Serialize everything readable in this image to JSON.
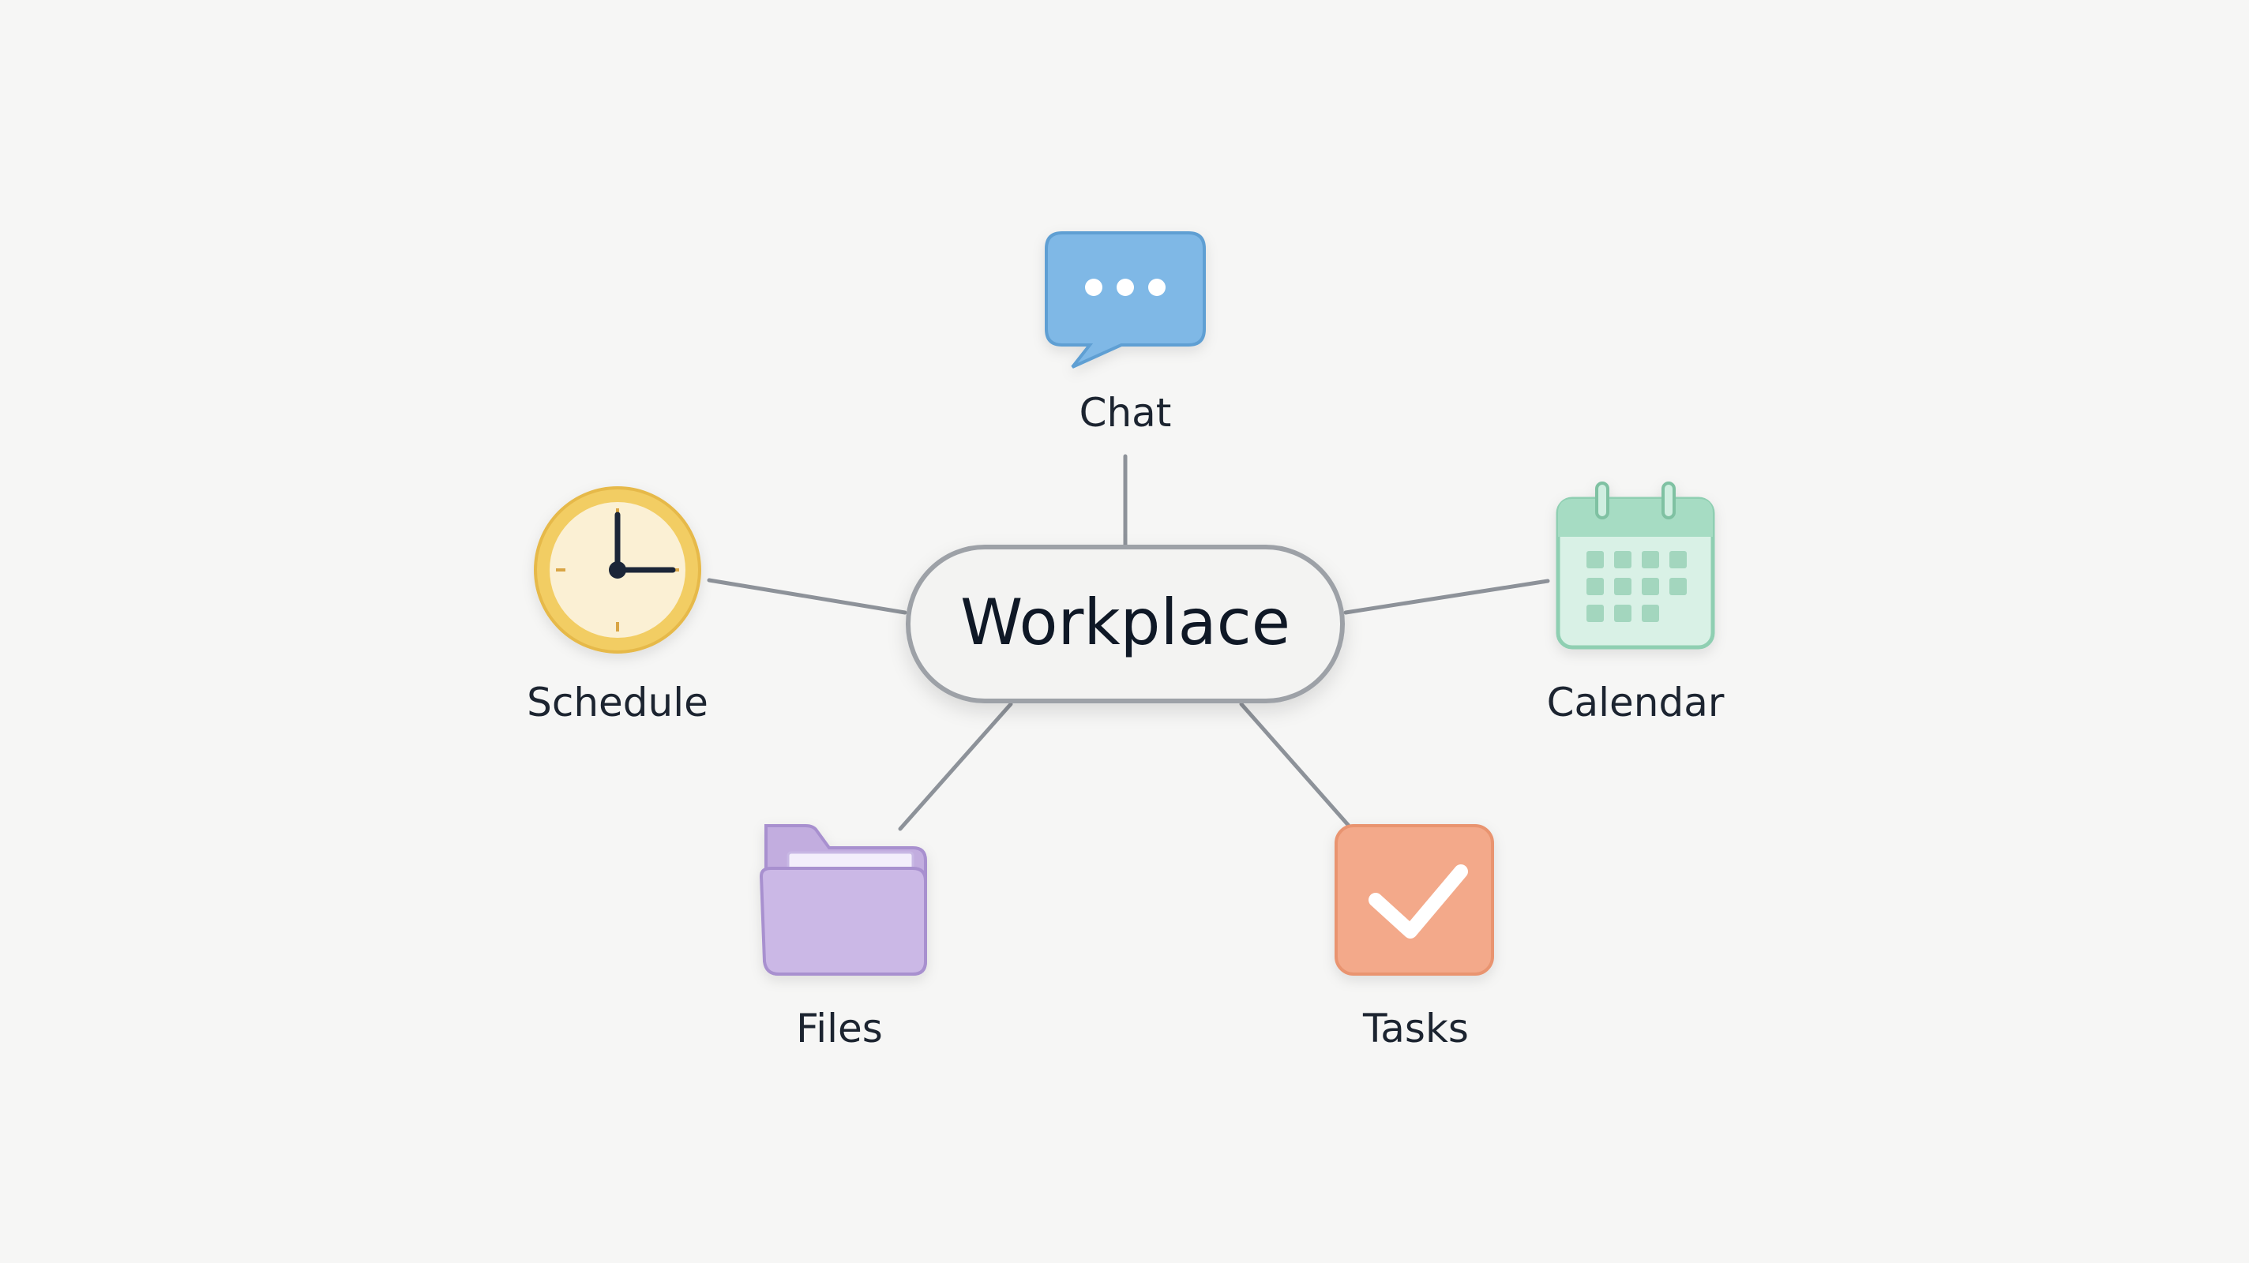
{
  "diagram": {
    "center": {
      "label": "Workplace"
    },
    "nodes": [
      {
        "id": "chat",
        "label": "Chat",
        "icon": "chat-bubble-icon",
        "color": "#7fb8e6"
      },
      {
        "id": "schedule",
        "label": "Schedule",
        "icon": "clock-icon",
        "color": "#f2cd64"
      },
      {
        "id": "calendar",
        "label": "Calendar",
        "icon": "calendar-icon",
        "color": "#a6dcc3"
      },
      {
        "id": "files",
        "label": "Files",
        "icon": "folder-icon",
        "color": "#cbb8e6"
      },
      {
        "id": "tasks",
        "label": "Tasks",
        "icon": "checkbox-icon",
        "color": "#f3a98a"
      }
    ]
  }
}
